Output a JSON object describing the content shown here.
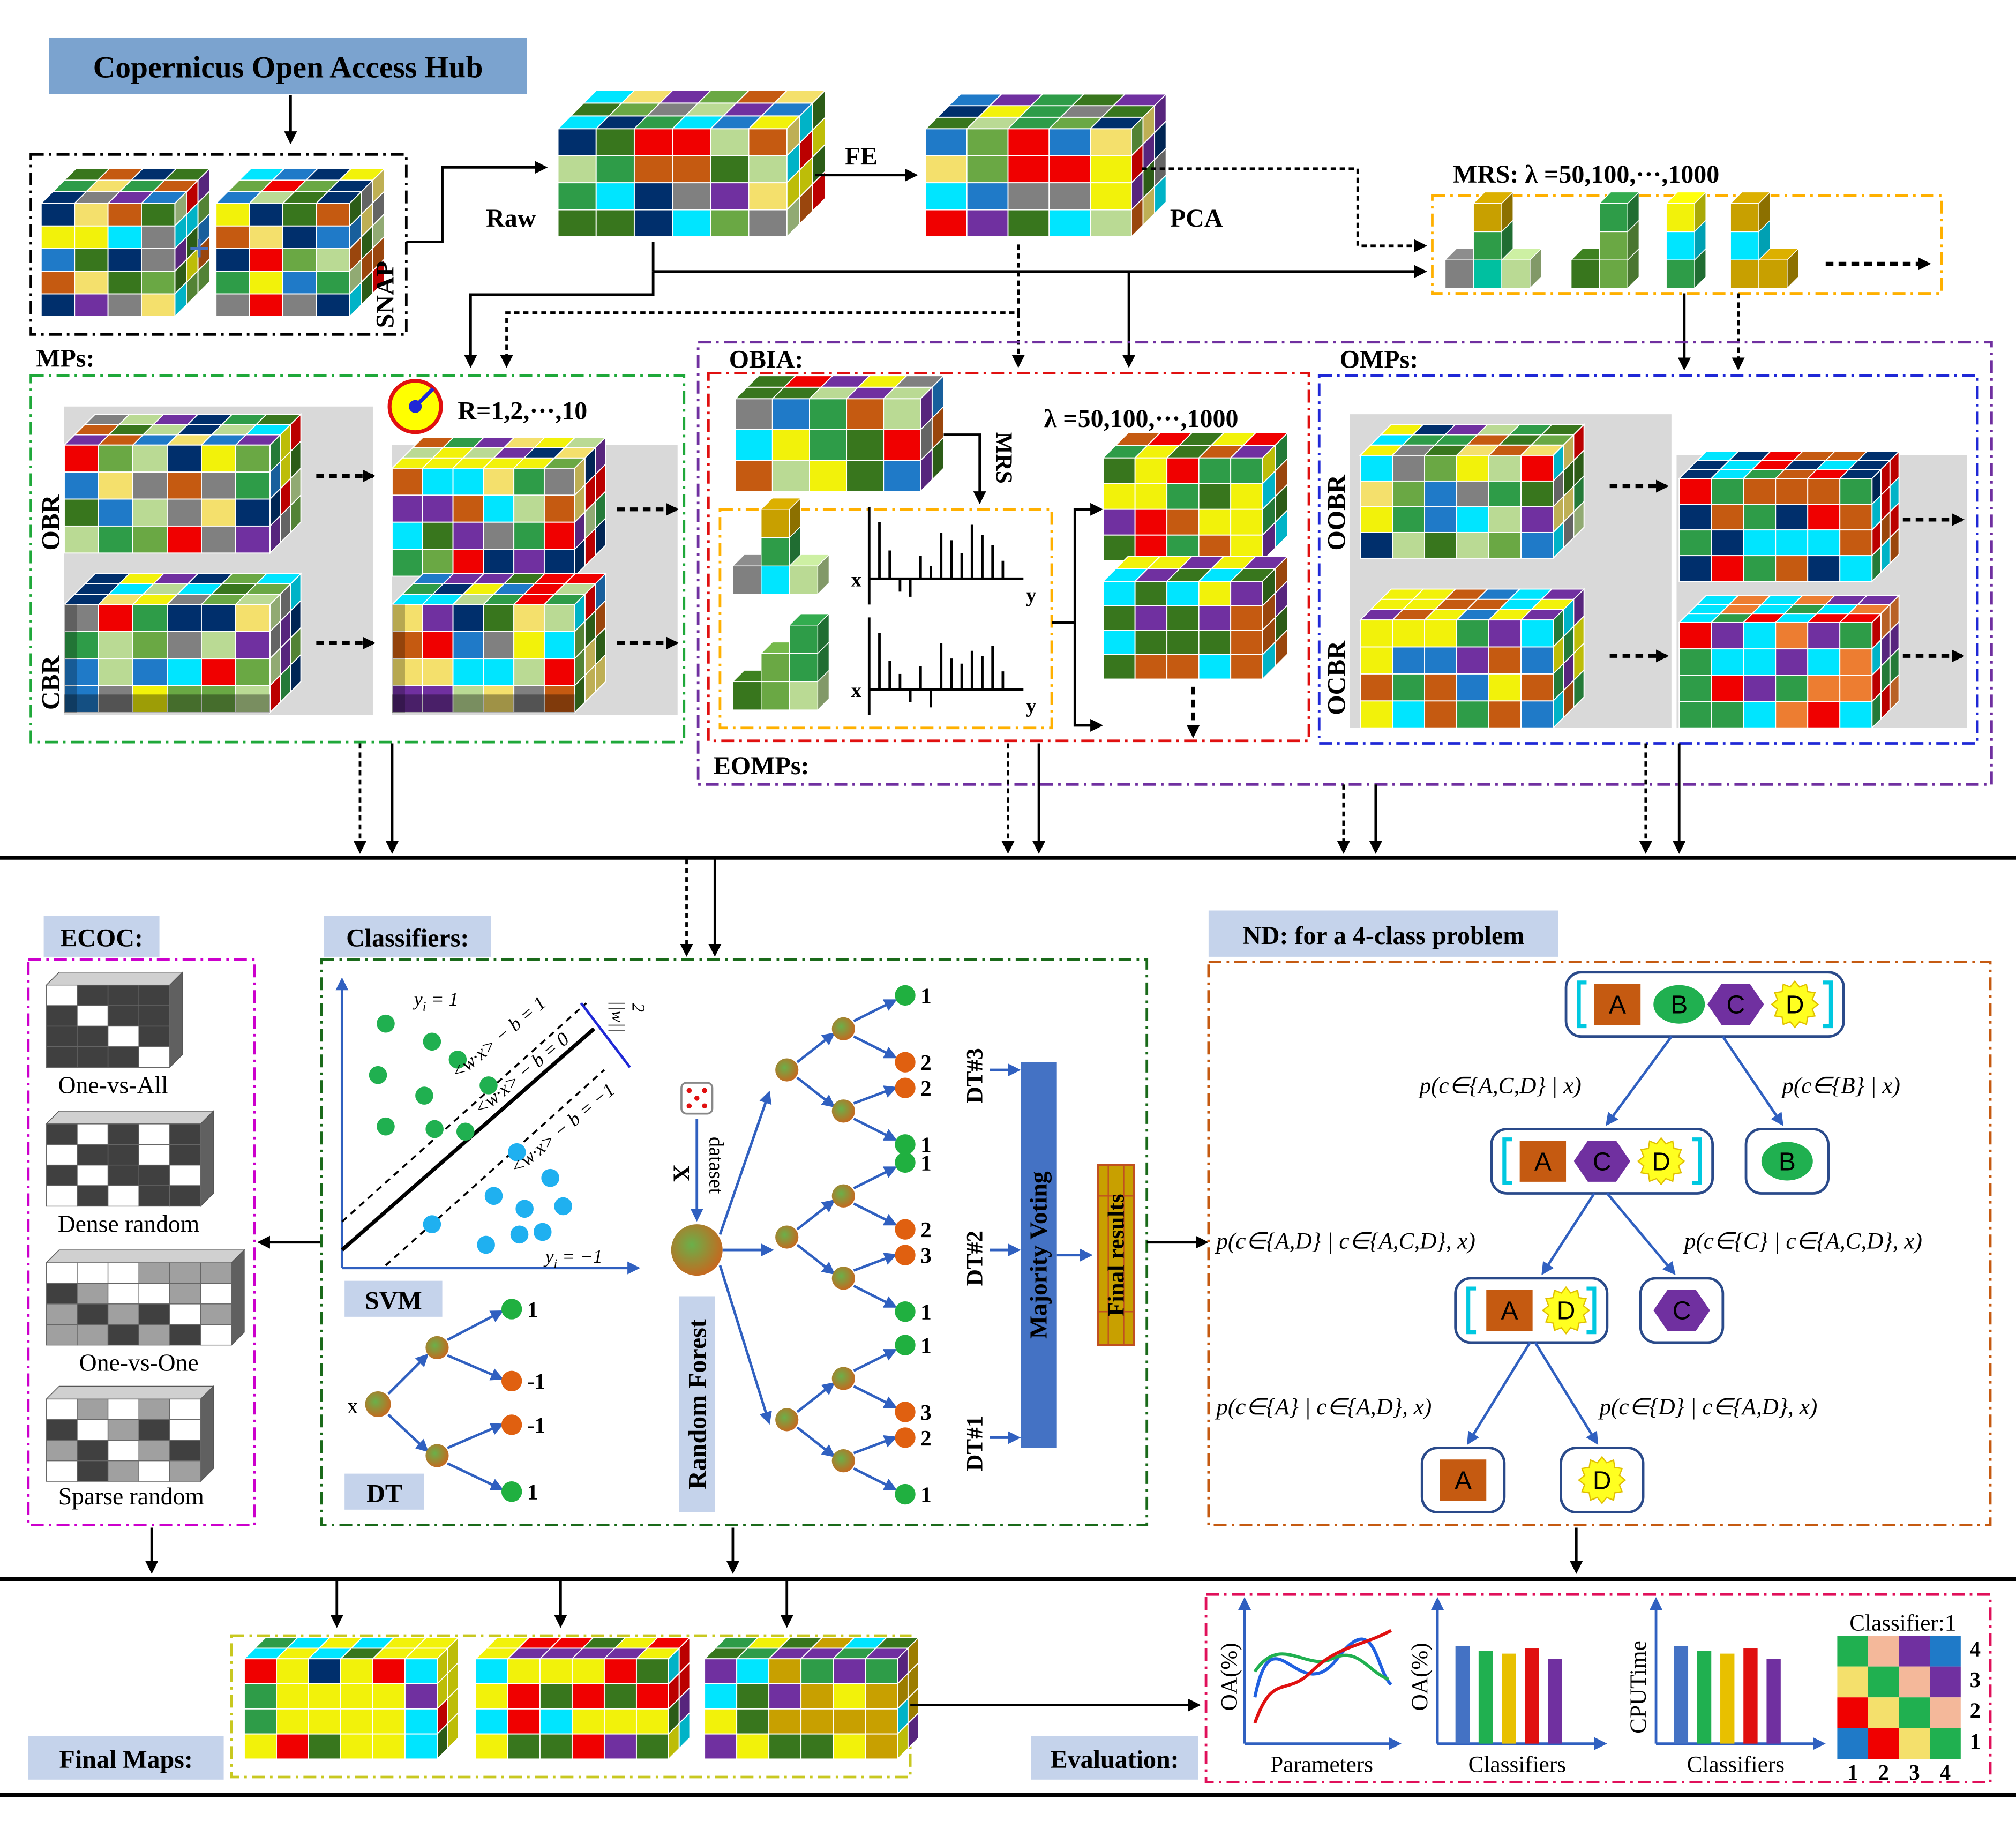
{
  "header": {
    "source_label": "Copernicus Open Access Hub"
  },
  "top": {
    "snap_label": "SNAP",
    "plus_label": "+",
    "raw_label": "Raw",
    "fe_label": "FE",
    "pca_label": "PCA",
    "mrs_title": "MRS:  λ =50,100,···,1000"
  },
  "mps": {
    "title": "MPs:",
    "obr_label": "OBR",
    "cbr_label": "CBR",
    "radius_label": "R=1,2,···,10"
  },
  "obia": {
    "title": "OBIA:",
    "mrs_label": "MRS",
    "lambda_label": "λ =50,100,···,1000",
    "x_label": "x",
    "y_label": "y"
  },
  "omps": {
    "title": "OMPs:",
    "oobr_label": "OOBR",
    "ocbr_label": "OCBR"
  },
  "eomps": {
    "title": "EOMPs:"
  },
  "ecoc": {
    "title": "ECOC:",
    "items": [
      "One-vs-All",
      "Dense random",
      "One-vs-One",
      "Sparse random"
    ]
  },
  "classifiers": {
    "title": "Classifiers:",
    "svm_label": "SVM",
    "dt_label": "DT",
    "rf_label": "Random Forest",
    "dataset_label": "dataset",
    "x_label": "X",
    "voting_label": "Majority Voting",
    "final_label": "Final results",
    "svm_text": {
      "yi_pos": "y",
      "yi_pos_sub": "i",
      "yi_pos_val": " = 1",
      "yi_neg": "y",
      "yi_neg_sub": "i",
      "yi_neg_val": " = −1",
      "plane_pos": "<w·x> − b = 1",
      "plane_zero": "<w·x> − b = 0",
      "plane_neg": "<w·x> − b = −1",
      "margin_num": "2",
      "margin_den": "||w||"
    },
    "dt_x": "x",
    "dt_leaves": [
      "1",
      "-1",
      "-1",
      "1"
    ],
    "trees": [
      {
        "name": "DT#3",
        "leaves": [
          "1",
          "2",
          "2",
          "1"
        ]
      },
      {
        "name": "DT#2",
        "leaves": [
          "1",
          "2",
          "3",
          "1"
        ]
      },
      {
        "name": "DT#1",
        "leaves": [
          "1",
          "3",
          "2",
          "1"
        ]
      }
    ]
  },
  "nd": {
    "title": "ND: for a 4-class problem",
    "nodes": [
      "A",
      "B",
      "C",
      "D"
    ],
    "probs": [
      "p(c∈{A,C,D} | x)",
      "p(c∈{B} | x)",
      "p(c∈{A,D} | c∈{A,C,D}, x)",
      "p(c∈{C} | c∈{A,C,D}, x)",
      "p(c∈{A} | c∈{A,D}, x)",
      "p(c∈{D} | c∈{A,D}, x)"
    ]
  },
  "final_maps": {
    "title": "Final Maps:"
  },
  "evaluation": {
    "title": "Evaluation:",
    "chart1": {
      "ylabel": "OA(%)",
      "xlabel": "Parameters"
    },
    "chart2": {
      "ylabel": "OA(%)",
      "xlabel": "Classifiers"
    },
    "chart3": {
      "ylabel": "CPUTime",
      "xlabel": "Classifiers"
    },
    "confusion": {
      "title": "Classifier:1",
      "row_labels": [
        "4",
        "3",
        "2",
        "1"
      ],
      "col_labels": [
        "1",
        "2",
        "3",
        "4"
      ]
    }
  },
  "palette": {
    "cube": [
      "#f2f20a",
      "#1f7ac8",
      "#2e9c48",
      "#7030a0",
      "#c55a11",
      "#00e5ff",
      "#f00000",
      "#6aa844",
      "#002f6c",
      "#f4e06c",
      "#38761d",
      "#808080",
      "#bada94",
      "#ffffff",
      "#8b8b00"
    ],
    "header_bg": "#7ba3cf",
    "label_bg": "#c5d3eb",
    "green_box": "#1fa83a",
    "purple_box": "#7030a0",
    "red_box": "#e01010",
    "blue_box": "#1f28d6",
    "orange_box": "#ffb000",
    "magenta_box": "#cc00cc",
    "darkgreen_box": "#1a6a1a",
    "brown_box": "#c55a11",
    "pink_box": "#e0105a",
    "olive_box": "#c8c820"
  }
}
